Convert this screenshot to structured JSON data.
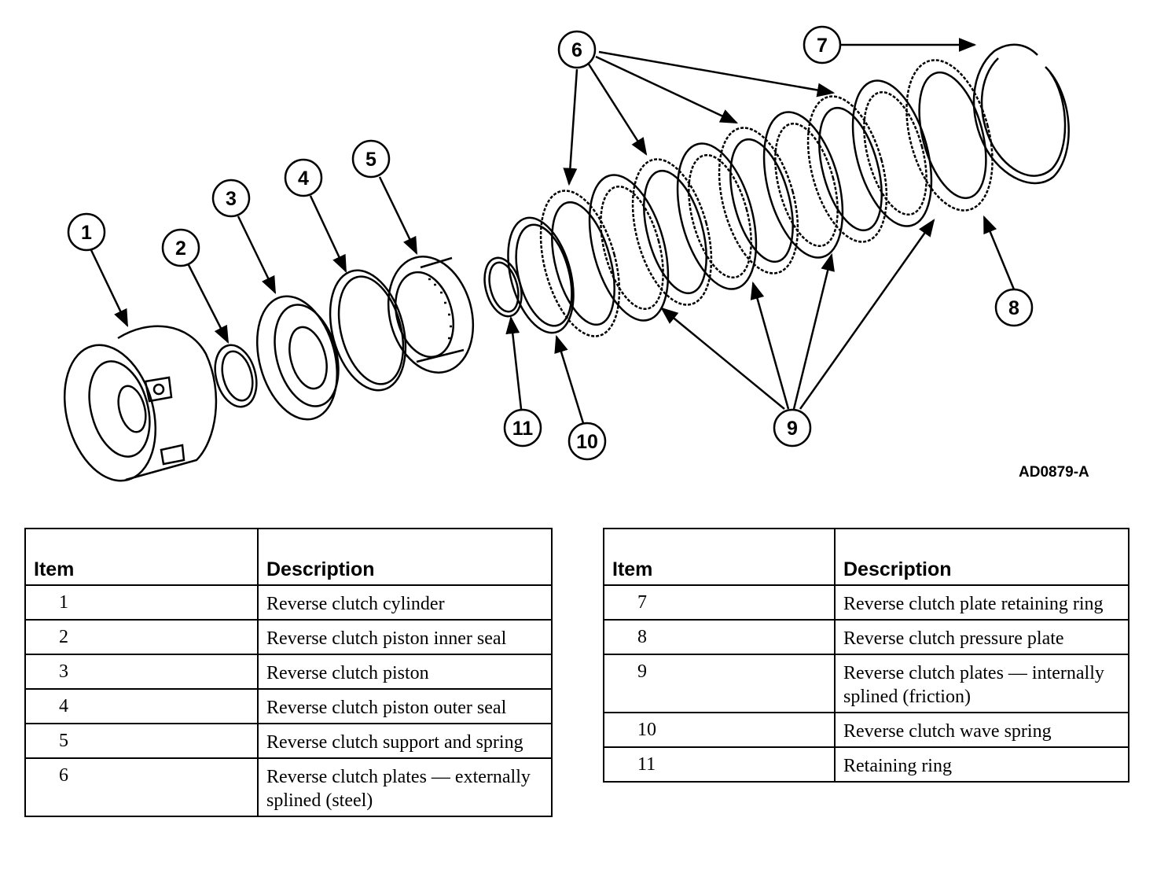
{
  "figure": {
    "id": "AD0879-A",
    "callouts": [
      "1",
      "2",
      "3",
      "4",
      "5",
      "6",
      "7",
      "8",
      "9",
      "10",
      "11"
    ]
  },
  "table_left": {
    "headers": {
      "item": "Item",
      "description": "Description"
    },
    "rows": [
      {
        "item": "1",
        "description": "Reverse clutch cylinder"
      },
      {
        "item": "2",
        "description": "Reverse clutch piston inner seal"
      },
      {
        "item": "3",
        "description": "Reverse clutch piston"
      },
      {
        "item": "4",
        "description": "Reverse clutch piston outer seal"
      },
      {
        "item": "5",
        "description": "Reverse clutch support and spring"
      },
      {
        "item": "6",
        "description": "Reverse clutch plates — externally splined (steel)"
      }
    ]
  },
  "table_right": {
    "headers": {
      "item": "Item",
      "description": "Description"
    },
    "rows": [
      {
        "item": "7",
        "description": "Reverse clutch plate retaining ring"
      },
      {
        "item": "8",
        "description": "Reverse clutch pressure plate"
      },
      {
        "item": "9",
        "description": "Reverse clutch plates — internally splined (friction)"
      },
      {
        "item": "10",
        "description": "Reverse clutch wave spring"
      },
      {
        "item": "11",
        "description": "Retaining ring"
      }
    ]
  }
}
